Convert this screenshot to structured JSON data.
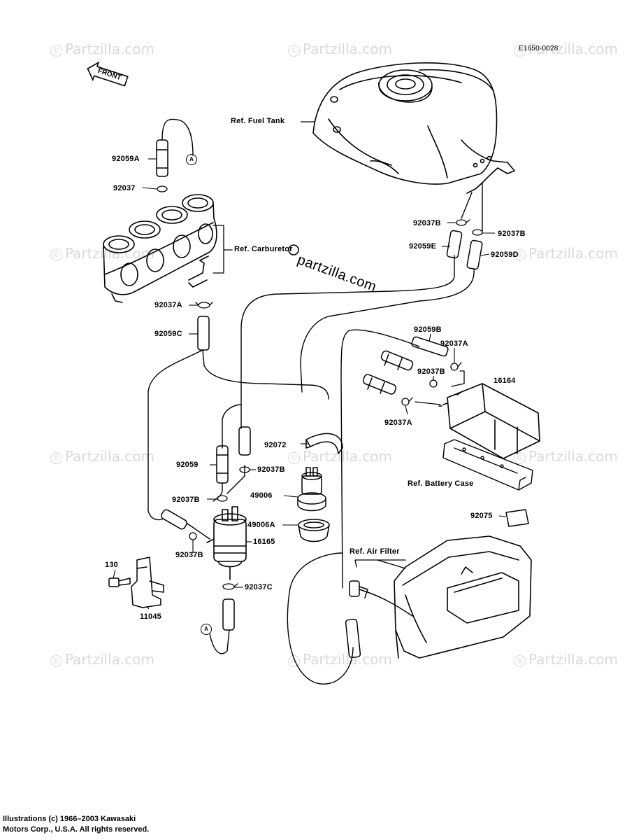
{
  "diagram_code": "E1650-0028",
  "front_marker": "FRONT",
  "brand_watermark": "partzilla.com",
  "watermark": "Partzilla.com",
  "connector_letter": "A",
  "refs": {
    "fuel_tank": "Ref. Fuel Tank",
    "carburetor": "Ref. Carburetor",
    "battery_case": "Ref. Battery Case",
    "air_filter": "Ref. Air Filter"
  },
  "parts": {
    "p92059A": "92059A",
    "p92037_top": "92037",
    "p92037B_1": "92037B",
    "p92037B_2": "92037B",
    "p92059E": "92059E",
    "p92059D": "92059D",
    "p92037A_1": "92037A",
    "p92059C": "92059C",
    "p92059B": "92059B",
    "p92037A_2": "92037A",
    "p92037B_3": "92037B",
    "p16164": "16164",
    "p92037A_3": "92037A",
    "p92072": "92072",
    "p92059": "92059",
    "p92037B_4": "92037B",
    "p92037B_5": "92037B",
    "p49006": "49006",
    "p49006A": "49006A",
    "p16165": "16165",
    "p92037B_6": "92037B",
    "p92075": "92075",
    "p130": "130",
    "p11045": "11045",
    "p92037C": "92037C"
  },
  "copyright": {
    "line1": "Illustrations (c) 1966–2003 Kawasaki",
    "line2": "Motors Corp., U.S.A.  All rights reserved."
  }
}
